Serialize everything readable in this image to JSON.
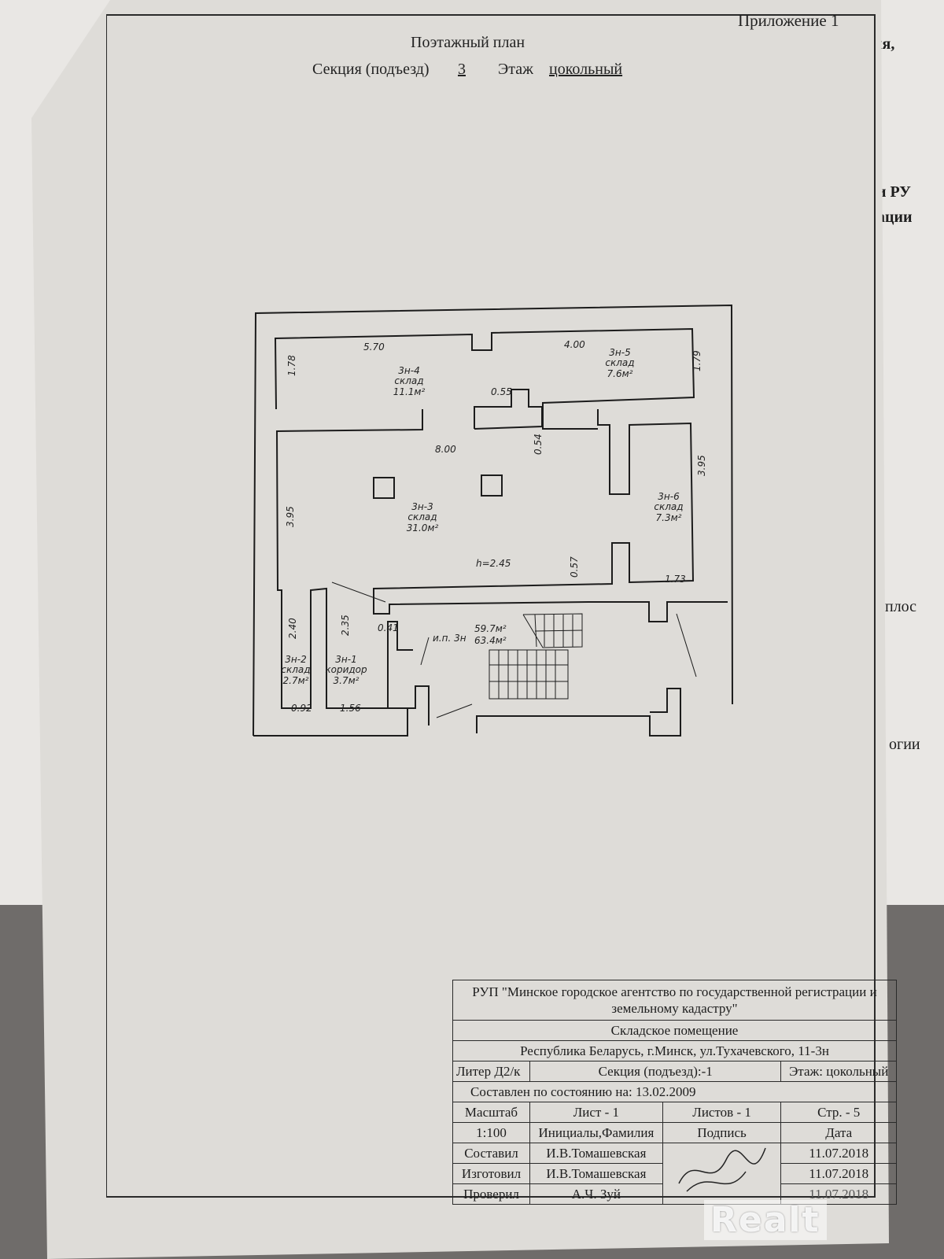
{
  "header": {
    "appendix": "Приложение 1",
    "title": "Поэтажный план",
    "section_label": "Секция (подъезд)",
    "section_value": "3",
    "floor_label": "Этаж",
    "floor_value": "цокольный"
  },
  "background_fragments": [
    "ия,",
    "и РУ",
    "ации",
    "плос",
    "огии"
  ],
  "plan": {
    "rooms": [
      {
        "id": "3н-4",
        "type": "склад",
        "area": "11.1м²"
      },
      {
        "id": "3н-5",
        "type": "склад",
        "area": "7.6м²"
      },
      {
        "id": "3н-3",
        "type": "склад",
        "area": "31.0м²"
      },
      {
        "id": "3н-6",
        "type": "склад",
        "area": "7.3м²"
      },
      {
        "id": "3н-2",
        "type": "склад",
        "area": "2.7м²"
      },
      {
        "id": "3н-1",
        "type": "коридор",
        "area": "3.7м²"
      }
    ],
    "dimensions": [
      "5.70",
      "4.00",
      "1.78",
      "1.79",
      "0.55",
      "0.54",
      "8.00",
      "3.95",
      "3.95",
      "h=2.45",
      "0.57",
      "1.73",
      "2.40",
      "2.35",
      "0.41",
      "0.92",
      "1.56"
    ],
    "totals": {
      "label": "и.п. 3н",
      "living": "59.7м²",
      "total": "63.4м²"
    }
  },
  "title_block": {
    "org": "РУП \"Минское городское агентство по государственной регистрации и земельному кадастру\"",
    "object": "Складское помещение",
    "address": "Республика Беларусь, г.Минск, ул.Тухачевского, 11-3н",
    "liter": "Литер Д2/к",
    "section": "Секция (подъезд):-1",
    "floor": "Этаж: цокольный",
    "state_date": "Составлен по состоянию на: 13.02.2009",
    "scale_label": "Масштаб",
    "sheet": "Лист -    1",
    "sheets": "Листов -   1",
    "page": "Стр. -   5",
    "scale": "1:100",
    "names_header": "Инициалы,Фамилия",
    "signature_header": "Подпись",
    "date_header": "Дата",
    "rows": [
      {
        "role": "Составил",
        "name": "И.В.Томашевская",
        "date": "11.07.2018"
      },
      {
        "role": "Изготовил",
        "name": "И.В.Томашевская",
        "date": "11.07.2018"
      },
      {
        "role": "Проверил",
        "name": "А.Ч. Зуй",
        "date": "11.07.2018"
      }
    ]
  },
  "watermark": "Realt"
}
